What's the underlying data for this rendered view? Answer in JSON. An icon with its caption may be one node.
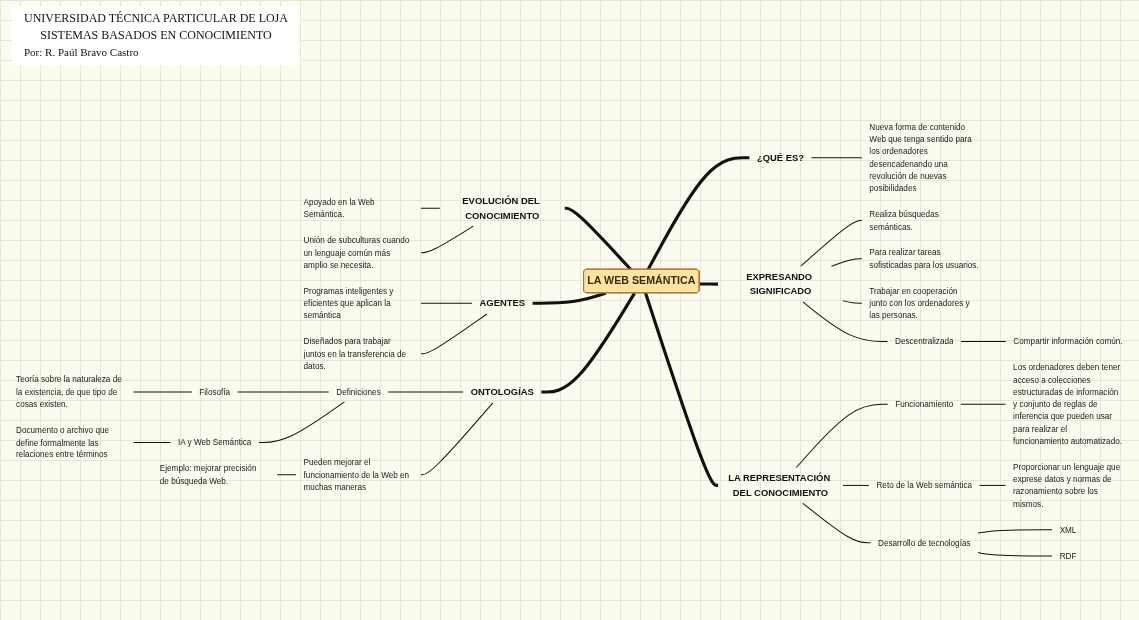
{
  "diagram": {
    "title": "UNIVERSIDAD TÉCNICA PARTICULAR DE LOJA",
    "nodes": [
      {
        "text": [
          "LA WEB SEMÁNTICA"
        ]
      },
      {
        "text": [
          "¿QUÉ ES?"
        ]
      },
      {
        "text": [
          "Nueva forma de contenido Web que tenga sentido para los ordenadores desencadenando una revolución de nuevas posibilidades"
        ]
      },
      {
        "text": [
          "EXPRESANDO SIGNIFICADO"
        ]
      },
      {
        "text": [
          "Realiza búsquedas semánticas."
        ]
      },
      {
        "text": [
          "Para realizar tareas sofisticadas para los usuarios."
        ]
      },
      {
        "text": [
          "Trabajar en cooperación junto con los ordenadores y las personas."
        ]
      },
      {
        "text": [
          "Descentralizada"
        ]
      },
      {
        "text": [
          "Compartir información común."
        ]
      },
      {
        "text": [
          "LA REPRESENTACIÓN DEL CONOCIMIENTO"
        ]
      },
      {
        "text": [
          "Funcionamiento"
        ]
      },
      {
        "text": [
          "Los ordenadores deben tener acceso a colecciones estructuradas de información y conjunto de reglas de inferencia que pueden usar para realizar el funcionamiento automatizado."
        ]
      },
      {
        "text": [
          "Reto de la Web semántica"
        ]
      },
      {
        "text": [
          "Proporcionar un lenguaje que exprese datos y normas de razonamiento sobre los mismos."
        ]
      },
      {
        "text": [
          "Desarrollo de tecnologías"
        ]
      },
      {
        "text": [
          "XML"
        ]
      },
      {
        "text": [
          "RDF"
        ]
      },
      {
        "text": [
          "EVOLUCIÓN DEL CONOCIMIENTO"
        ]
      },
      {
        "text": [
          "Apoyado en la Web Semántica."
        ]
      },
      {
        "text": [
          "Unión de subculturas cuando un lenguaje común más amplio se necesita."
        ]
      },
      {
        "text": [
          "AGENTES"
        ]
      },
      {
        "text": [
          "Programas inteligentes y eficientes que aplican la semántica"
        ]
      },
      {
        "text": [
          "Diseñados para trabajar juntos en la transferencia de datos."
        ]
      },
      {
        "text": [
          "ONTOLOGÍAS"
        ]
      },
      {
        "text": [
          "Definiciones"
        ]
      },
      {
        "text": [
          "Filosofía"
        ]
      },
      {
        "text": [
          "Teoría sobre la naturaleza de la existencia, de que tipo de cosas existen."
        ]
      },
      {
        "text": [
          "IA y Web Semántica"
        ]
      },
      {
        "text": [
          "Documento o archivo que define formalmente las relaciones entre términos"
        ]
      },
      {
        "text": [
          "Pueden mejorar el funcionamiento de la Web en muchas maneras"
        ]
      },
      {
        "text": [
          "Ejemplo: mejorar precisión de búsqueda Web."
        ]
      }
    ],
    "edges": [
      {
        "from": 0,
        "to": 1,
        "arrow": "none",
        "style": "thick"
      },
      {
        "from": 1,
        "to": 2,
        "arrow": "none"
      },
      {
        "from": 0,
        "to": 3,
        "arrow": "none",
        "style": "thick"
      },
      {
        "from": 3,
        "to": 4,
        "arrow": "none"
      },
      {
        "from": 3,
        "to": 5,
        "arrow": "none"
      },
      {
        "from": 3,
        "to": 6,
        "arrow": "none"
      },
      {
        "from": 3,
        "to": 7,
        "arrow": "none"
      },
      {
        "from": 7,
        "to": 8,
        "arrow": "none"
      },
      {
        "from": 0,
        "to": 9,
        "arrow": "none",
        "style": "thick"
      },
      {
        "from": 9,
        "to": 10,
        "arrow": "none"
      },
      {
        "from": 10,
        "to": 11,
        "arrow": "none"
      },
      {
        "from": 9,
        "to": 12,
        "arrow": "none"
      },
      {
        "from": 12,
        "to": 13,
        "arrow": "none"
      },
      {
        "from": 9,
        "to": 14,
        "arrow": "none"
      },
      {
        "from": 14,
        "to": 15,
        "arrow": "none"
      },
      {
        "from": 14,
        "to": 16,
        "arrow": "none"
      },
      {
        "from": 17,
        "to": 0,
        "arrow": "none",
        "style": "thick"
      },
      {
        "from": 18,
        "to": 17,
        "arrow": "none"
      },
      {
        "from": 19,
        "to": 17,
        "arrow": "none"
      },
      {
        "from": 20,
        "to": 0,
        "arrow": "none",
        "style": "thick"
      },
      {
        "from": 21,
        "to": 20,
        "arrow": "none"
      },
      {
        "from": 22,
        "to": 20,
        "arrow": "none"
      },
      {
        "from": 23,
        "to": 0,
        "arrow": "none",
        "style": "thick"
      },
      {
        "from": 24,
        "to": 23,
        "arrow": "none"
      },
      {
        "from": 25,
        "to": 24,
        "arrow": "none"
      },
      {
        "from": 26,
        "to": 25,
        "arrow": "none"
      },
      {
        "from": 27,
        "to": 24,
        "arrow": "none"
      },
      {
        "from": 28,
        "to": 27,
        "arrow": "none"
      },
      {
        "from": 29,
        "to": 23,
        "arrow": "none"
      },
      {
        "from": 30,
        "to": 29,
        "arrow": "none"
      }
    ],
    "labels": [
      "SISTEMAS BASADOS EN CONOCIMIENTO",
      "Por: R. Paúl Bravo Castro"
    ]
  }
}
